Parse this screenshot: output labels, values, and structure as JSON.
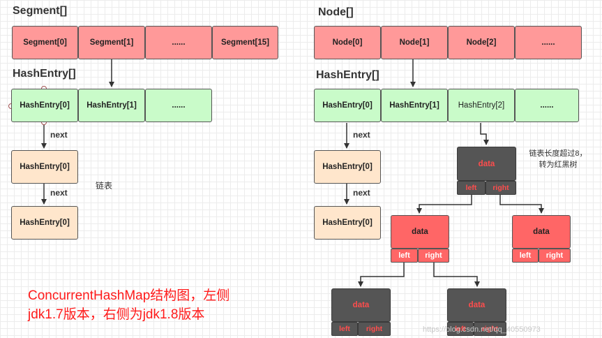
{
  "left": {
    "segment_title": "Segment[]",
    "segments": [
      "Segment[0]",
      "Segment[1]",
      "......",
      "Segment[15]"
    ],
    "hashentry_title": "HashEntry[]",
    "hashentries": [
      "HashEntry[0]",
      "HashEntry[1]",
      "......"
    ],
    "chain": [
      "HashEntry[0]",
      "HashEntry[0]"
    ],
    "next_label": "next",
    "list_label": "链表"
  },
  "right": {
    "node_title": "Node[]",
    "nodes": [
      "Node[0]",
      "Node[1]",
      "Node[2]",
      "......"
    ],
    "hashentry_title": "HashEntry[]",
    "hashentries": [
      "HashEntry[0]",
      "HashEntry[1]",
      "HashEntry[2]",
      "......"
    ],
    "chain": [
      "HashEntry[0]",
      "HashEntry[0]"
    ],
    "next_label": "next",
    "note": [
      "链表长度超过8，",
      "转为红黑树"
    ],
    "tree": {
      "data_label": "data",
      "left_label": "left",
      "right_label": "right"
    }
  },
  "caption": [
    "ConcurrentHashMap结构图，左侧",
    "jdk1.7版本，右侧为jdk1.8版本"
  ],
  "watermark": "https://blog.csdn.net/qq_40550973"
}
